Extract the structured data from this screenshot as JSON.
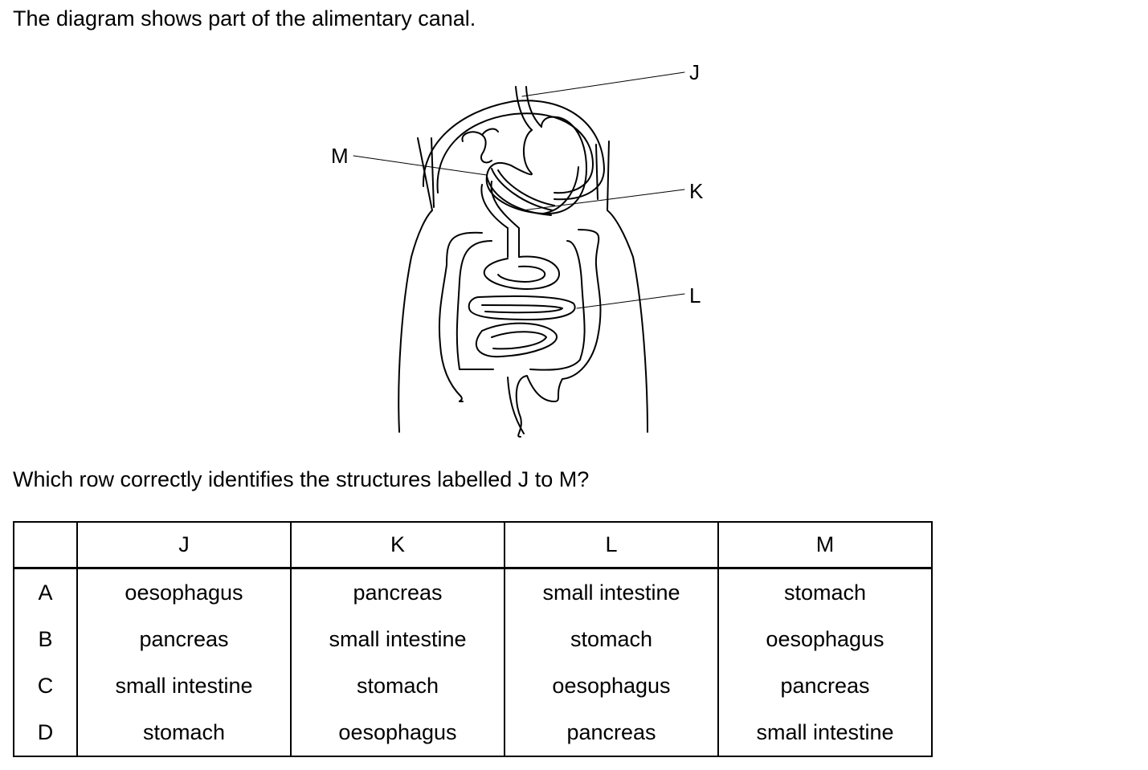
{
  "intro_text": "The diagram shows part of the alimentary canal.",
  "question_text": "Which row correctly identifies the structures labelled J to M?",
  "diagram": {
    "labels": {
      "J": "J",
      "K": "K",
      "L": "L",
      "M": "M"
    }
  },
  "table": {
    "headers": [
      "",
      "J",
      "K",
      "L",
      "M"
    ],
    "rows": [
      {
        "key": "A",
        "cells": [
          "oesophagus",
          "pancreas",
          "small intestine",
          "stomach"
        ]
      },
      {
        "key": "B",
        "cells": [
          "pancreas",
          "small intestine",
          "stomach",
          "oesophagus"
        ]
      },
      {
        "key": "C",
        "cells": [
          "small intestine",
          "stomach",
          "oesophagus",
          "pancreas"
        ]
      },
      {
        "key": "D",
        "cells": [
          "stomach",
          "oesophagus",
          "pancreas",
          "small intestine"
        ]
      }
    ]
  }
}
